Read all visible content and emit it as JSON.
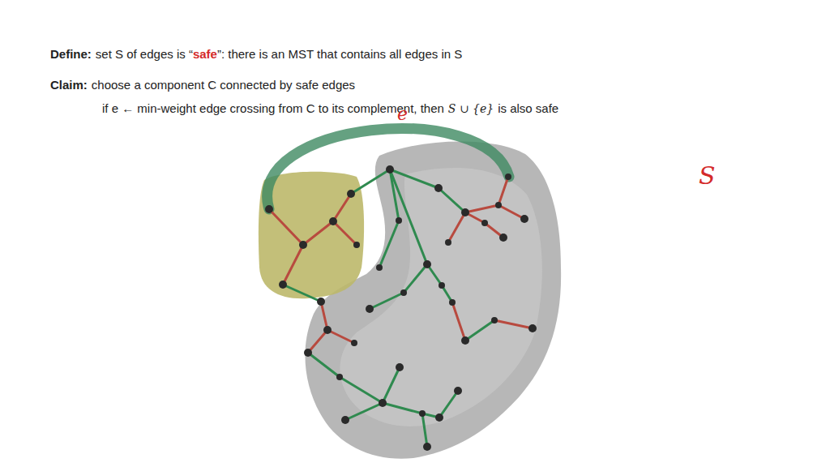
{
  "diagram": {
    "labels": [
      "Define:",
      "set S of edges is “",
      "safe",
      "”: there is an MST that contains all edges in S",
      "Claim:",
      "choose a component C connected by safe edges",
      "if e ← min-weight edge crossing from C to its complement, then",
      "S ∪ {e}",
      "is also safe",
      "e",
      "S"
    ]
  }
}
